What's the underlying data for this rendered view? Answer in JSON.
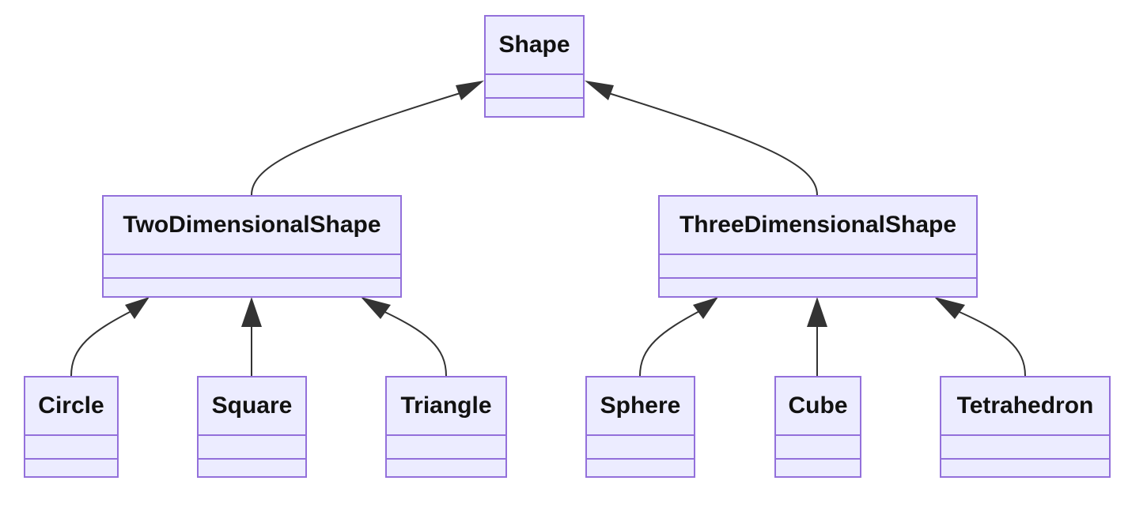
{
  "diagram": {
    "type": "class-inheritance",
    "colors": {
      "box_fill": "#ECECFF",
      "box_border": "#9370DB",
      "edge": "#333333",
      "text": "#111111"
    },
    "classes": {
      "shape": {
        "name": "Shape"
      },
      "two_dimensional_shape": {
        "name": "TwoDimensionalShape"
      },
      "three_dimensional_shape": {
        "name": "ThreeDimensionalShape"
      },
      "circle": {
        "name": "Circle"
      },
      "square": {
        "name": "Square"
      },
      "triangle": {
        "name": "Triangle"
      },
      "sphere": {
        "name": "Sphere"
      },
      "cube": {
        "name": "Cube"
      },
      "tetrahedron": {
        "name": "Tetrahedron"
      }
    },
    "inheritance": [
      {
        "child": "TwoDimensionalShape",
        "parent": "Shape"
      },
      {
        "child": "ThreeDimensionalShape",
        "parent": "Shape"
      },
      {
        "child": "Circle",
        "parent": "TwoDimensionalShape"
      },
      {
        "child": "Square",
        "parent": "TwoDimensionalShape"
      },
      {
        "child": "Triangle",
        "parent": "TwoDimensionalShape"
      },
      {
        "child": "Sphere",
        "parent": "ThreeDimensionalShape"
      },
      {
        "child": "Cube",
        "parent": "ThreeDimensionalShape"
      },
      {
        "child": "Tetrahedron",
        "parent": "ThreeDimensionalShape"
      }
    ]
  }
}
